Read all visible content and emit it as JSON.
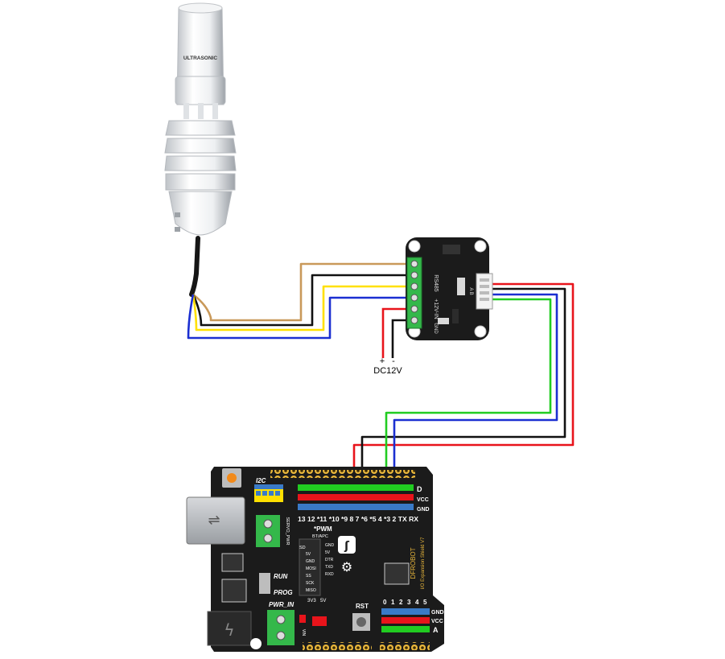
{
  "sensor": {
    "brand": "ULTRASONIC"
  },
  "power": {
    "plus": "+",
    "minus": "-",
    "label": "DC12V"
  },
  "module": {
    "side_labels": [
      "RS485",
      "+12V-IN",
      "GND"
    ],
    "connector_label": "A B"
  },
  "shield": {
    "i2c": "I2C",
    "pwm": "*PWM",
    "run": "RUN",
    "prog": "PROG",
    "pwr_in": "PWR_IN",
    "rst": "RST",
    "servo_pwr": "SERVO_PWR",
    "v33": "3V3",
    "v5": "5V",
    "sd": "SD",
    "bt": "BT/APC",
    "vin": "VIN",
    "d_label": "D",
    "a_label": "A",
    "vcc": "VCC",
    "gnd": "GND",
    "brand": "DFROBOT",
    "product": "I/O Expansion Shield V7",
    "digital_pins": [
      "13",
      "12",
      "11",
      "10",
      "9",
      "8",
      "7",
      "6",
      "5",
      "4",
      "3",
      "2",
      "TX",
      "RX"
    ],
    "digital_pin_text": "13 12 *11 *10 *9 8   7 *6 *5 4 *3 2 TX RX",
    "analog_pins": [
      "0",
      "1",
      "2",
      "3",
      "4",
      "5"
    ],
    "bt_left": [
      "5V",
      "GND",
      "MOSI",
      "SS",
      "SCK",
      "MISO"
    ],
    "bt_right": [
      "GND",
      "5V",
      "DTR",
      "TXD",
      "RXD"
    ]
  },
  "colors": {
    "red": "#e8141b",
    "black": "#111111",
    "blue": "#1b2fd1",
    "green": "#21cc21",
    "yellow": "#ffe000",
    "tan": "#c9995a",
    "board": "#1b1b1b",
    "terminal": "#34b84a",
    "gold": "#e9b73c"
  }
}
